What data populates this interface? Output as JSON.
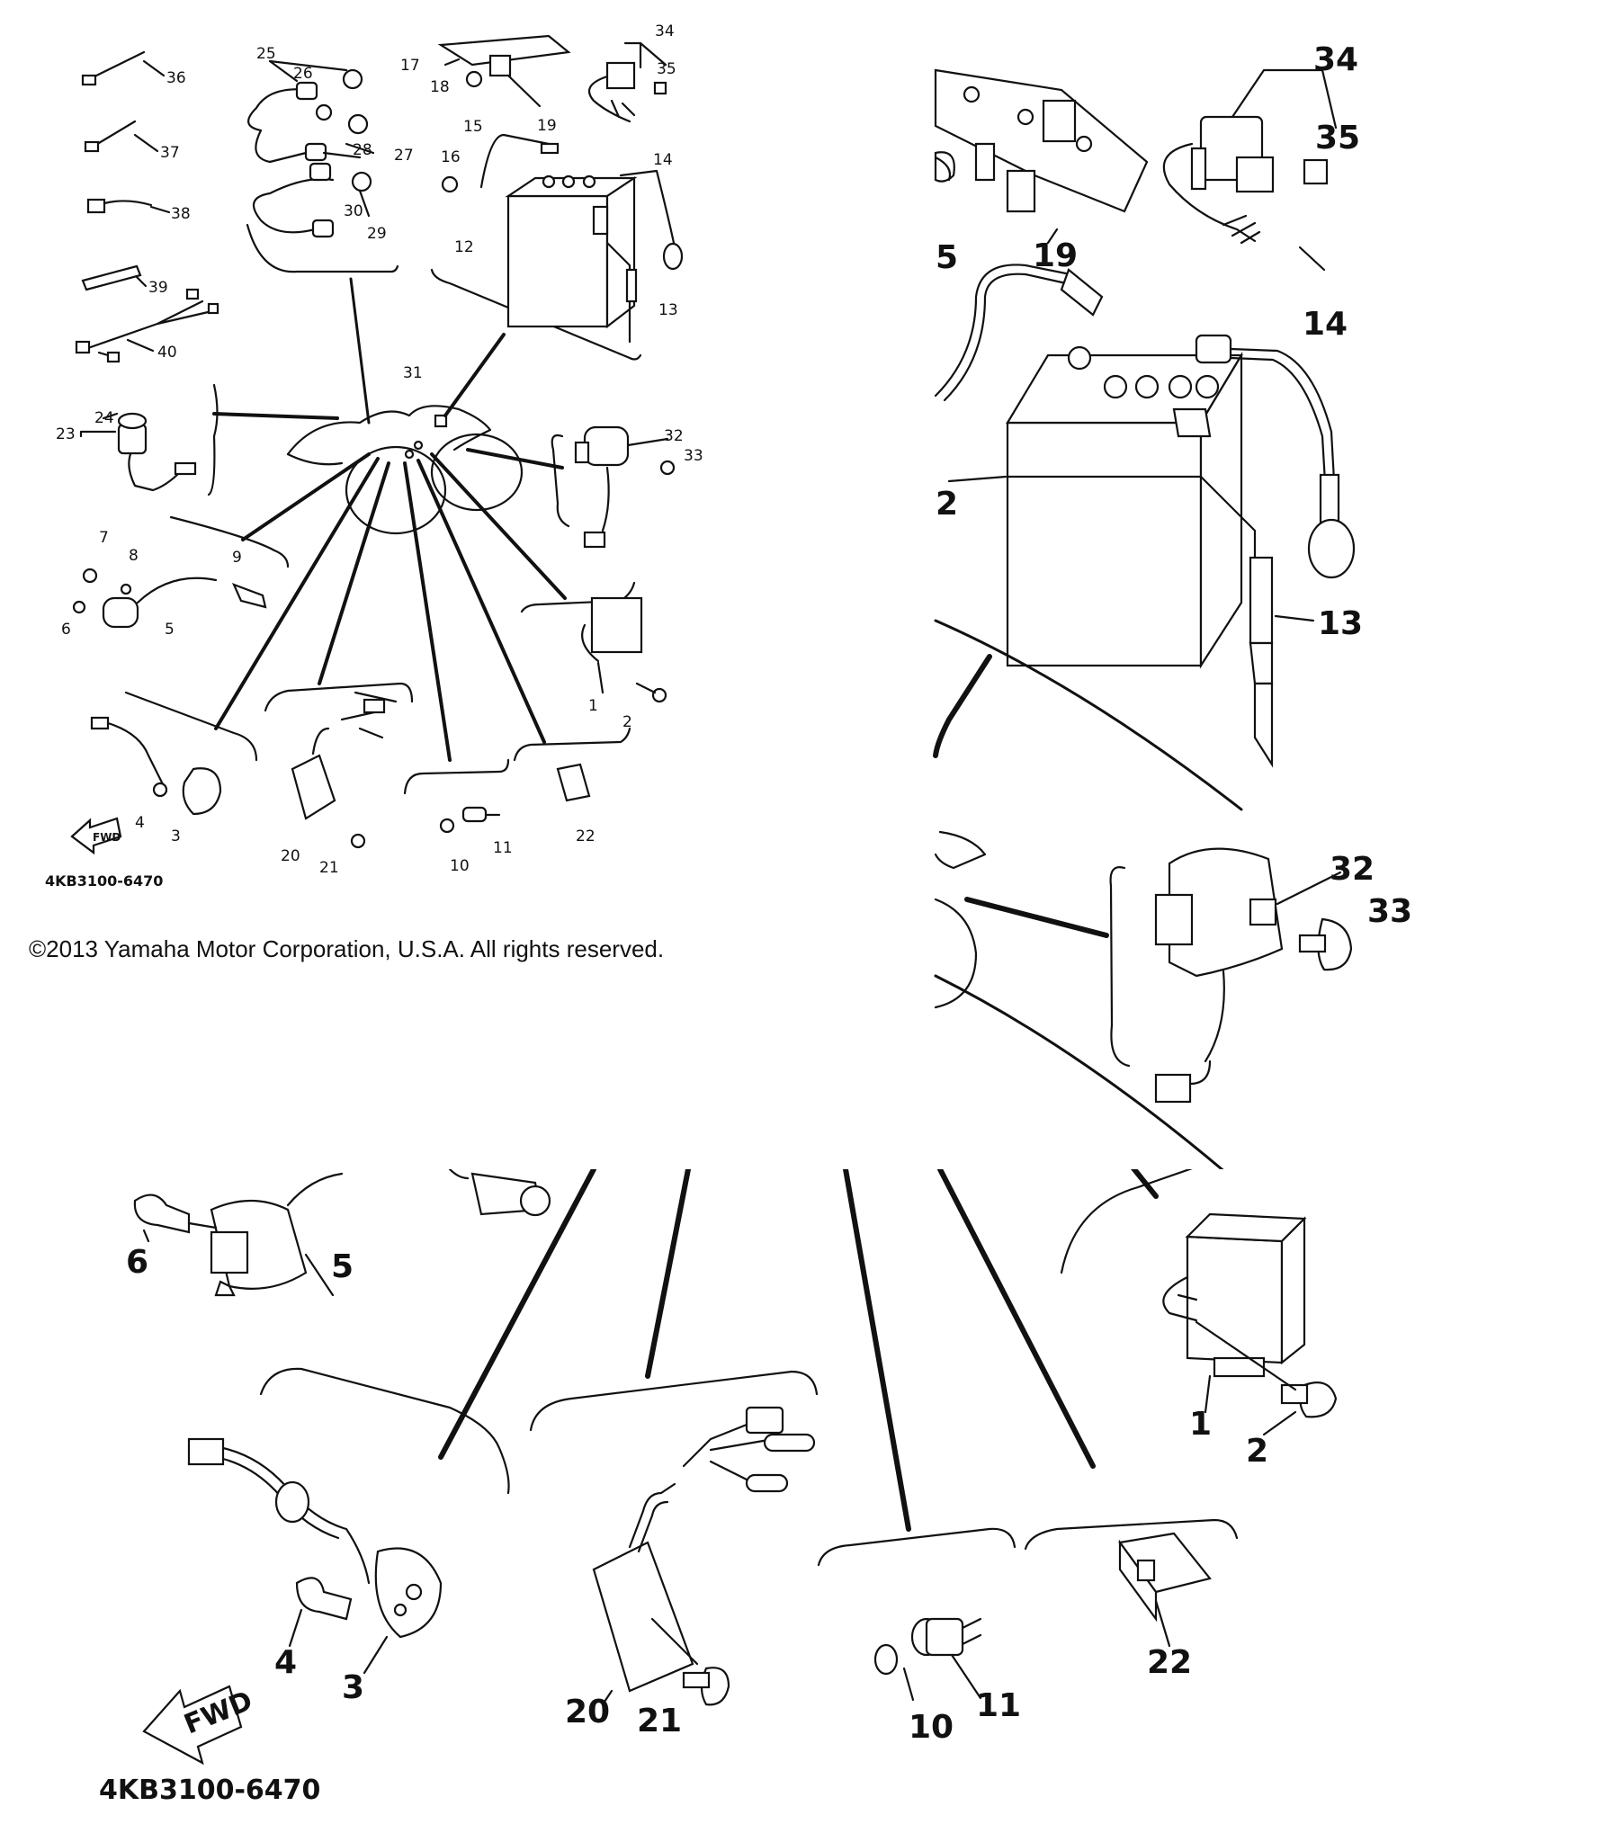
{
  "copyright": "©2013 Yamaha Motor Corporation, U.S.A. All rights reserved.",
  "drawing_code": "4KB3100-6470",
  "fwd_label": "FWD",
  "overview_callouts": [
    "1",
    "2",
    "3",
    "4",
    "5",
    "6",
    "7",
    "8",
    "9",
    "10",
    "11",
    "12",
    "13",
    "14",
    "15",
    "16",
    "17",
    "18",
    "19",
    "20",
    "21",
    "22",
    "23",
    "24",
    "25",
    "26",
    "27",
    "28",
    "29",
    "30",
    "31",
    "32",
    "33",
    "34",
    "35",
    "36",
    "37",
    "38",
    "39",
    "40"
  ],
  "zoom_battery_callouts": [
    "34",
    "35",
    "19",
    "5",
    "14",
    "2",
    "13"
  ],
  "zoom_relay_callouts": [
    "32",
    "33"
  ],
  "zoom_lower_callouts": [
    "6",
    "5",
    "1",
    "2",
    "4",
    "3",
    "20",
    "21",
    "11",
    "10",
    "22"
  ],
  "zoom_battery_partial_label": "2"
}
